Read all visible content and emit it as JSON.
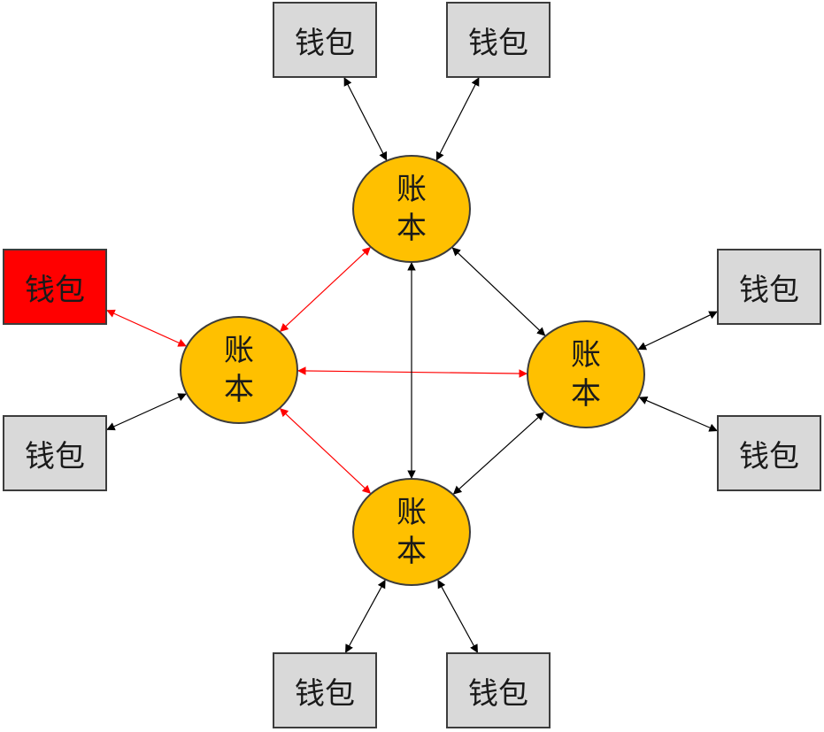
{
  "colors": {
    "wallet_fill": "#d9d9d9",
    "wallet_highlight_fill": "#ff0000",
    "ledger_fill": "#ffc000",
    "connector_default": "#000000",
    "connector_highlight": "#ff0000"
  },
  "diagram": {
    "ledgers": [
      {
        "id": "top",
        "label": "账本"
      },
      {
        "id": "left",
        "label": "账本"
      },
      {
        "id": "right",
        "label": "账本"
      },
      {
        "id": "bottom",
        "label": "账本"
      }
    ],
    "wallets": [
      {
        "id": "top-1",
        "label": "钱包",
        "highlighted": false
      },
      {
        "id": "top-2",
        "label": "钱包",
        "highlighted": false
      },
      {
        "id": "left-1",
        "label": "钱包",
        "highlighted": true
      },
      {
        "id": "left-2",
        "label": "钱包",
        "highlighted": false
      },
      {
        "id": "right-1",
        "label": "钱包",
        "highlighted": false
      },
      {
        "id": "right-2",
        "label": "钱包",
        "highlighted": false
      },
      {
        "id": "bottom-1",
        "label": "钱包",
        "highlighted": false
      },
      {
        "id": "bottom-2",
        "label": "钱包",
        "highlighted": false
      }
    ],
    "connections": [
      {
        "from": "top-1",
        "to": "top",
        "color": "connector_default"
      },
      {
        "from": "top-2",
        "to": "top",
        "color": "connector_default"
      },
      {
        "from": "left-1",
        "to": "left",
        "color": "connector_highlight"
      },
      {
        "from": "left-2",
        "to": "left",
        "color": "connector_default"
      },
      {
        "from": "right-1",
        "to": "right",
        "color": "connector_default"
      },
      {
        "from": "right-2",
        "to": "right",
        "color": "connector_default"
      },
      {
        "from": "bottom-1",
        "to": "bottom",
        "color": "connector_default"
      },
      {
        "from": "bottom-2",
        "to": "bottom",
        "color": "connector_default"
      },
      {
        "from": "left",
        "to": "top",
        "color": "connector_highlight"
      },
      {
        "from": "left",
        "to": "right",
        "color": "connector_highlight"
      },
      {
        "from": "left",
        "to": "bottom",
        "color": "connector_highlight"
      },
      {
        "from": "top",
        "to": "right",
        "color": "connector_default"
      },
      {
        "from": "top",
        "to": "bottom",
        "color": "connector_default"
      },
      {
        "from": "right",
        "to": "bottom",
        "color": "connector_default"
      }
    ]
  }
}
